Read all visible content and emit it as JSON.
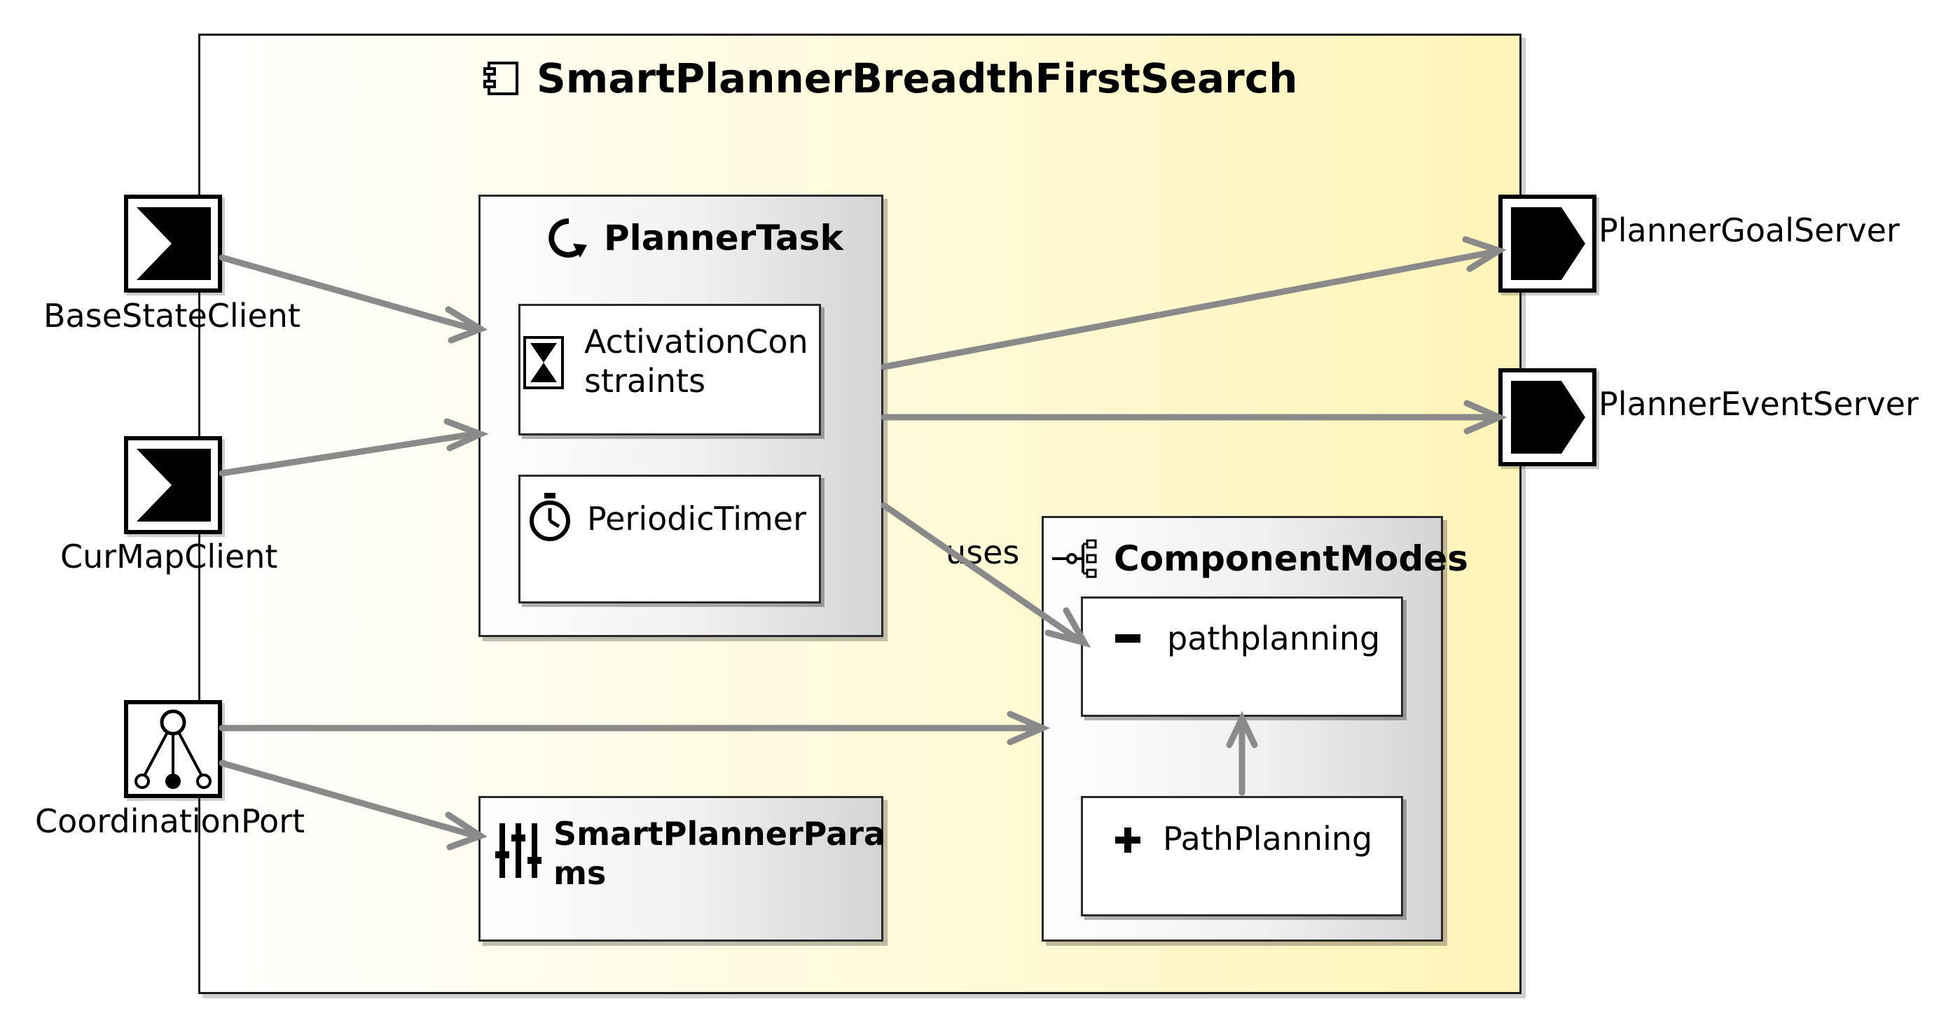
{
  "component": {
    "title": "SmartPlannerBreadthFirstSearch",
    "icon": "component-icon"
  },
  "task": {
    "title": "PlannerTask",
    "icon": "task-loop-icon",
    "activation": {
      "label_line1": "ActivationCon",
      "label_line2": "straints",
      "icon": "hourglass-icon"
    },
    "timer": {
      "label": "PeriodicTimer",
      "icon": "stopwatch-icon"
    }
  },
  "params": {
    "line1": "SmartPlannerPara",
    "line2": "ms",
    "icon": "sliders-icon"
  },
  "modes": {
    "title": "ComponentModes",
    "icon": "mode-tree-icon",
    "items": [
      {
        "label": "pathplanning",
        "sign": "minus-icon"
      },
      {
        "label": "PathPlanning",
        "sign": "plus-icon"
      }
    ]
  },
  "ports_in": [
    {
      "label": "BaseStateClient"
    },
    {
      "label": "CurMapClient"
    },
    {
      "label": "CoordinationPort"
    }
  ],
  "ports_out": [
    {
      "label": "PlannerGoalServer"
    },
    {
      "label": "PlannerEventServer"
    }
  ],
  "edges": {
    "uses_label": "uses"
  },
  "colors": {
    "edge": "#8a8a8a",
    "component_bg_end": "#fff4b8",
    "port": "#000000"
  }
}
